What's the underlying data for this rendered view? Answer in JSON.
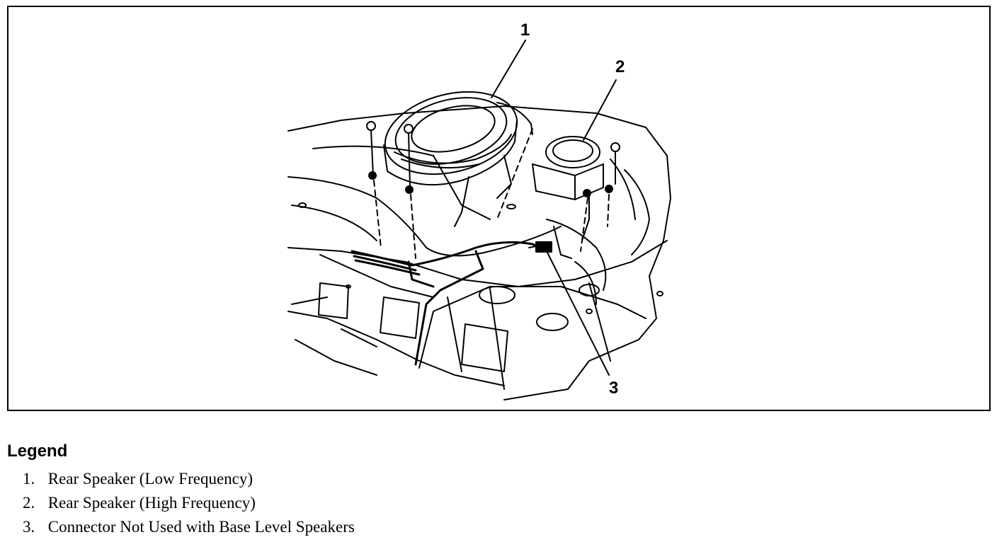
{
  "diagram": {
    "callouts": [
      {
        "label": "1"
      },
      {
        "label": "2"
      },
      {
        "label": "3"
      }
    ]
  },
  "legend": {
    "title": "Legend",
    "items": [
      {
        "num": "1.",
        "text": "Rear Speaker (Low Frequency)"
      },
      {
        "num": "2.",
        "text": "Rear Speaker (High Frequency)"
      },
      {
        "num": "3.",
        "text": "Connector Not Used with Base Level Speakers"
      }
    ]
  }
}
